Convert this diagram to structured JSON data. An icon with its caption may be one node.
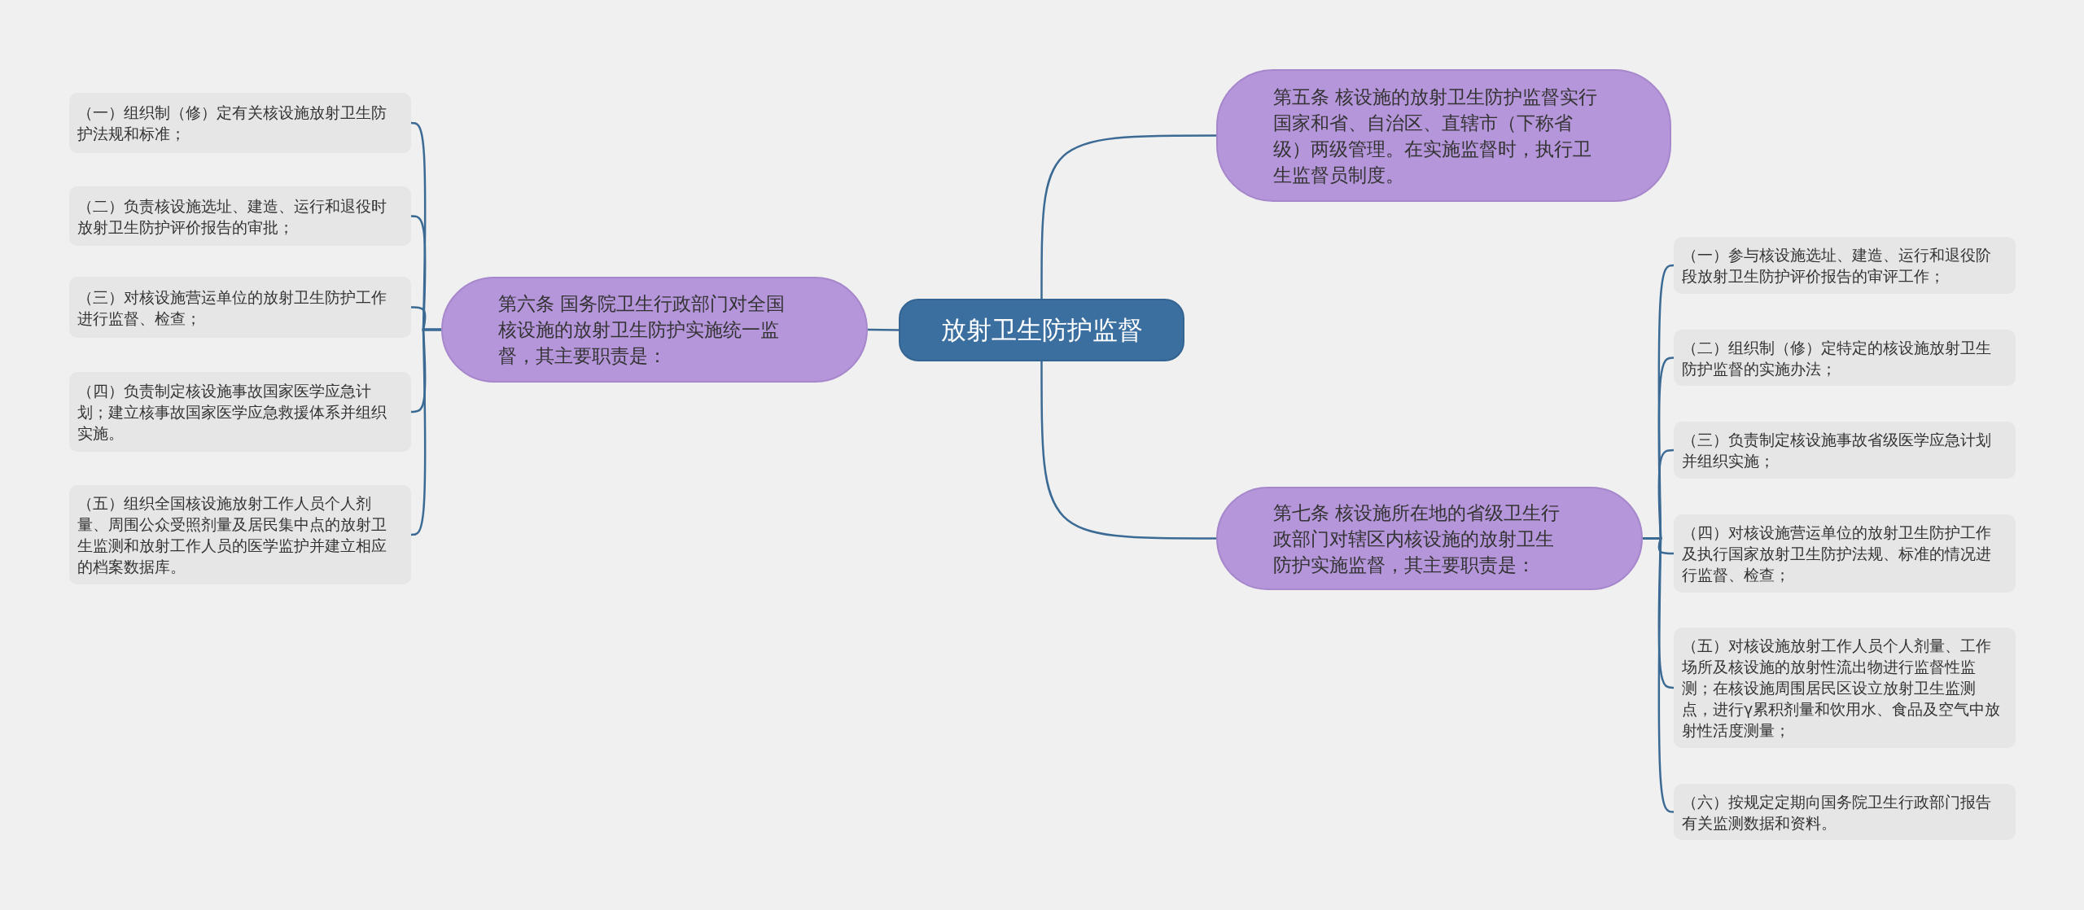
{
  "diagram": {
    "nodes": [
      {
        "text": [
          "放射卫生防护监督"
        ]
      },
      {
        "text": [
          "第五条 核设施的放射卫生防护监督实行国家和省、自治区、直辖市（下称省级）两级管理。在实施监督时，执行卫生监督员制度。"
        ]
      },
      {
        "text": [
          "第六条 国务院卫生行政部门对全国核设施的放射卫生防护实施统一监督，其主要职责是："
        ]
      },
      {
        "text": [
          "（一）组织制（修）定有关核设施放射卫生防护法规和标准；"
        ]
      },
      {
        "text": [
          "（二）负责核设施选址、建造、运行和退役时放射卫生防护评价报告的审批；"
        ]
      },
      {
        "text": [
          "（三）对核设施营运单位的放射卫生防护工作进行监督、检查；"
        ]
      },
      {
        "text": [
          "（四）负责制定核设施事故国家医学应急计划；建立核事故国家医学应急救援体系并组织实施。"
        ]
      },
      {
        "text": [
          "（五）组织全国核设施放射工作人员个人剂量、周围公众受照剂量及居民集中点的放射卫生监测和放射工作人员的医学监护并建立相应的档案数据库。"
        ]
      },
      {
        "text": [
          "第七条 核设施所在地的省级卫生行政部门对辖区内核设施的放射卫生防护实施监督，其主要职责是："
        ]
      },
      {
        "text": [
          "（一）参与核设施选址、建造、运行和退役阶段放射卫生防护评价报告的审评工作；"
        ]
      },
      {
        "text": [
          "（二）组织制（修）定特定的核设施放射卫生防护监督的实施办法；"
        ]
      },
      {
        "text": [
          "（三）负责制定核设施事故省级医学应急计划并组织实施；"
        ]
      },
      {
        "text": [
          "（四）对核设施营运单位的放射卫生防护工作及执行国家放射卫生防护法规、标准的情况进行监督、检查；"
        ]
      },
      {
        "text": [
          "（五）对核设施放射工作人员个人剂量、工作场所及核设施的放射性流出物进行监督性监测；在核设施周围居民区设立放射卫生监测点，进行γ累积剂量和饮用水、食品及空气中放射性活度测量；"
        ]
      },
      {
        "text": [
          "（六）按规定定期向国务院卫生行政部门报告有关监测数据和资料。"
        ]
      }
    ],
    "edges": [
      {
        "from": 0,
        "to": 1,
        "arrow": "none"
      },
      {
        "from": 0,
        "to": 2,
        "arrow": "none"
      },
      {
        "from": 2,
        "to": 3,
        "arrow": "none"
      },
      {
        "from": 2,
        "to": 4,
        "arrow": "none"
      },
      {
        "from": 2,
        "to": 5,
        "arrow": "none"
      },
      {
        "from": 2,
        "to": 6,
        "arrow": "none"
      },
      {
        "from": 2,
        "to": 7,
        "arrow": "none"
      },
      {
        "from": 0,
        "to": 8,
        "arrow": "none"
      },
      {
        "from": 8,
        "to": 9,
        "arrow": "none"
      },
      {
        "from": 8,
        "to": 10,
        "arrow": "none"
      },
      {
        "from": 8,
        "to": 11,
        "arrow": "none"
      },
      {
        "from": 8,
        "to": 12,
        "arrow": "none"
      },
      {
        "from": 8,
        "to": 13,
        "arrow": "none"
      },
      {
        "from": 8,
        "to": 14,
        "arrow": "none"
      }
    ]
  }
}
